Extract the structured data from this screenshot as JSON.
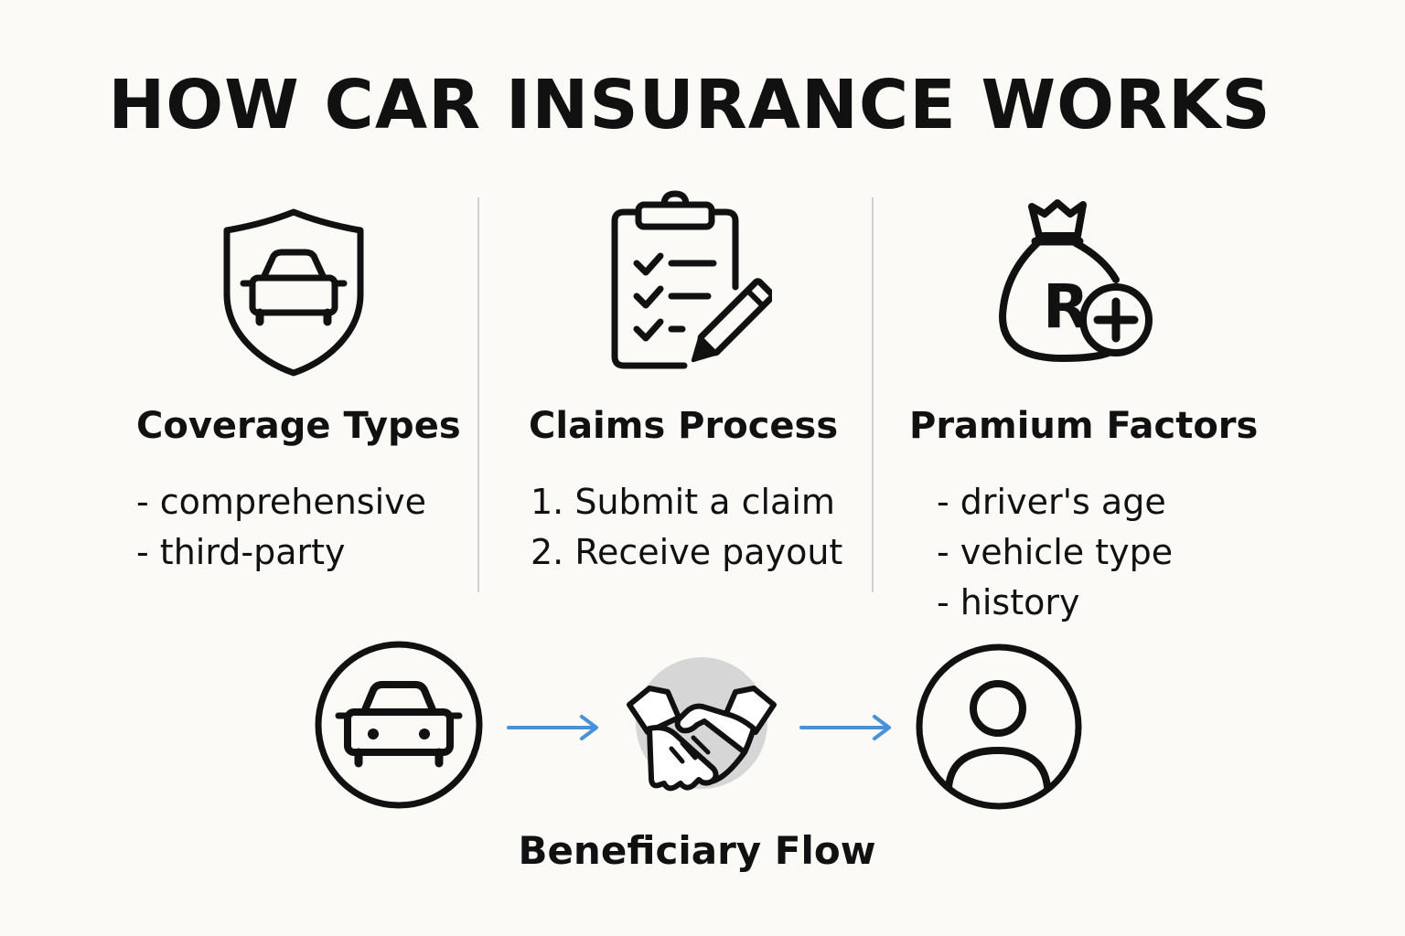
{
  "title": "HOW CAR INSURANCE WORKS",
  "columns": [
    {
      "heading": "Coverage Types",
      "items": [
        "- comprehensive",
        "- third-party"
      ],
      "icon": "shield-car-icon"
    },
    {
      "heading": "Claims Process",
      "items": [
        "1. Submit a claim",
        "2. Receive payout"
      ],
      "icon": "clipboard-checklist-icon"
    },
    {
      "heading": "Pramium Factors",
      "items": [
        "- driver's age",
        "- vehicle type",
        "- history"
      ],
      "icon": "money-bag-icon"
    }
  ],
  "money_bag_letter": "R",
  "flow": {
    "caption": "Beneficiary Flow",
    "steps": [
      "car-circle-icon",
      "handshake-icon",
      "person-circle-icon"
    ],
    "arrow_color": "#4a90d9"
  },
  "colors": {
    "background": "#fbfaf6",
    "ink": "#111111",
    "divider": "#cfcfcf",
    "handshake_bg": "#d6d6d6"
  }
}
